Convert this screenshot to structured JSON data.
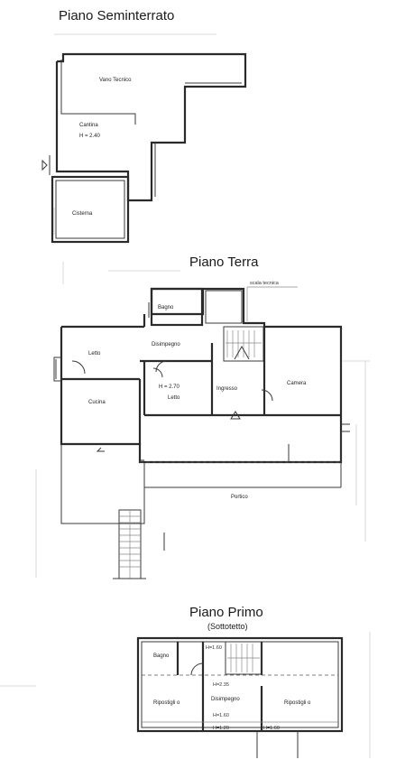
{
  "floors": {
    "basement": {
      "title": "Piano Seminterrato",
      "rooms": {
        "vano_tecnico": "Vano Tecnico",
        "cantina": "Cantina",
        "cantina_height": "H = 2.40",
        "cisterna": "Cisterna"
      }
    },
    "ground": {
      "title": "Piano Terra",
      "rooms": {
        "scala_note": "scala tecnica",
        "bagno": "Bagno",
        "disimpegno": "Disimpegno",
        "letto1": "Letto",
        "height": "H = 2.70",
        "letto2": "Letto",
        "ingresso": "Ingresso",
        "camera": "Camera",
        "cucina": "Cucina",
        "portico": "Portico"
      }
    },
    "first": {
      "title": "Piano Primo",
      "subtitle": "(Sottotetto)",
      "rooms": {
        "bagno": "Bagno",
        "h1": "H=1.60",
        "ripostiglio_left": "Ripostigli o",
        "disimpegno": "Disimpegno",
        "h235": "H=2.35",
        "h160_center": "H=1.60",
        "ripostiglio_right": "Ripostigli o",
        "h120": "H=1.20",
        "h160_right": "H=1.60"
      }
    }
  }
}
